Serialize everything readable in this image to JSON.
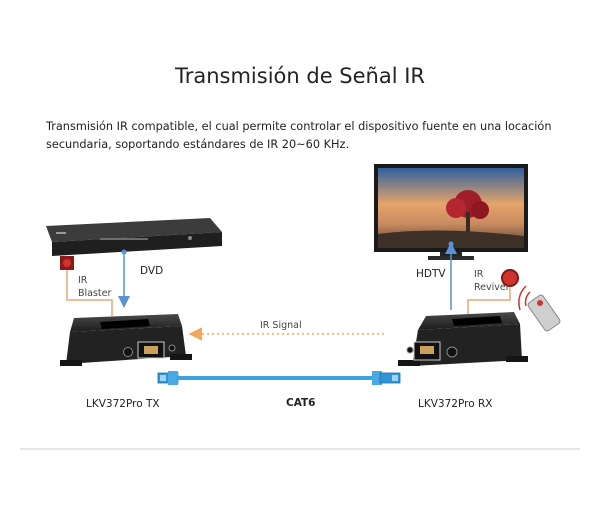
{
  "title": "Transmisión de Señal IR",
  "description": {
    "line1": "Transmisión IR compatible, el cual permite controlar el dispositivo fuente en una locación",
    "line2": "secundaria, soportando estándares de IR 20~60 KHz."
  },
  "labels": {
    "dvd": "DVD",
    "hdtv": "HDTV",
    "ir_blaster_line1": "IR",
    "ir_blaster_line2": "Blaster",
    "ir_receiver_line1": "IR",
    "ir_receiver_line2": "Reviver",
    "ir_signal": "IR Signal",
    "cable": "CAT6",
    "tx_unit": "LKV372Pro TX",
    "rx_unit": "LKV372Pro RX"
  },
  "colors": {
    "arrow_blue": "#5b8fd6",
    "ir_signal_orange": "#f0a85a",
    "connector_orange": "#e7a77a",
    "cable_blue": "#3aa3e0",
    "ir_red": "#d0322c"
  }
}
